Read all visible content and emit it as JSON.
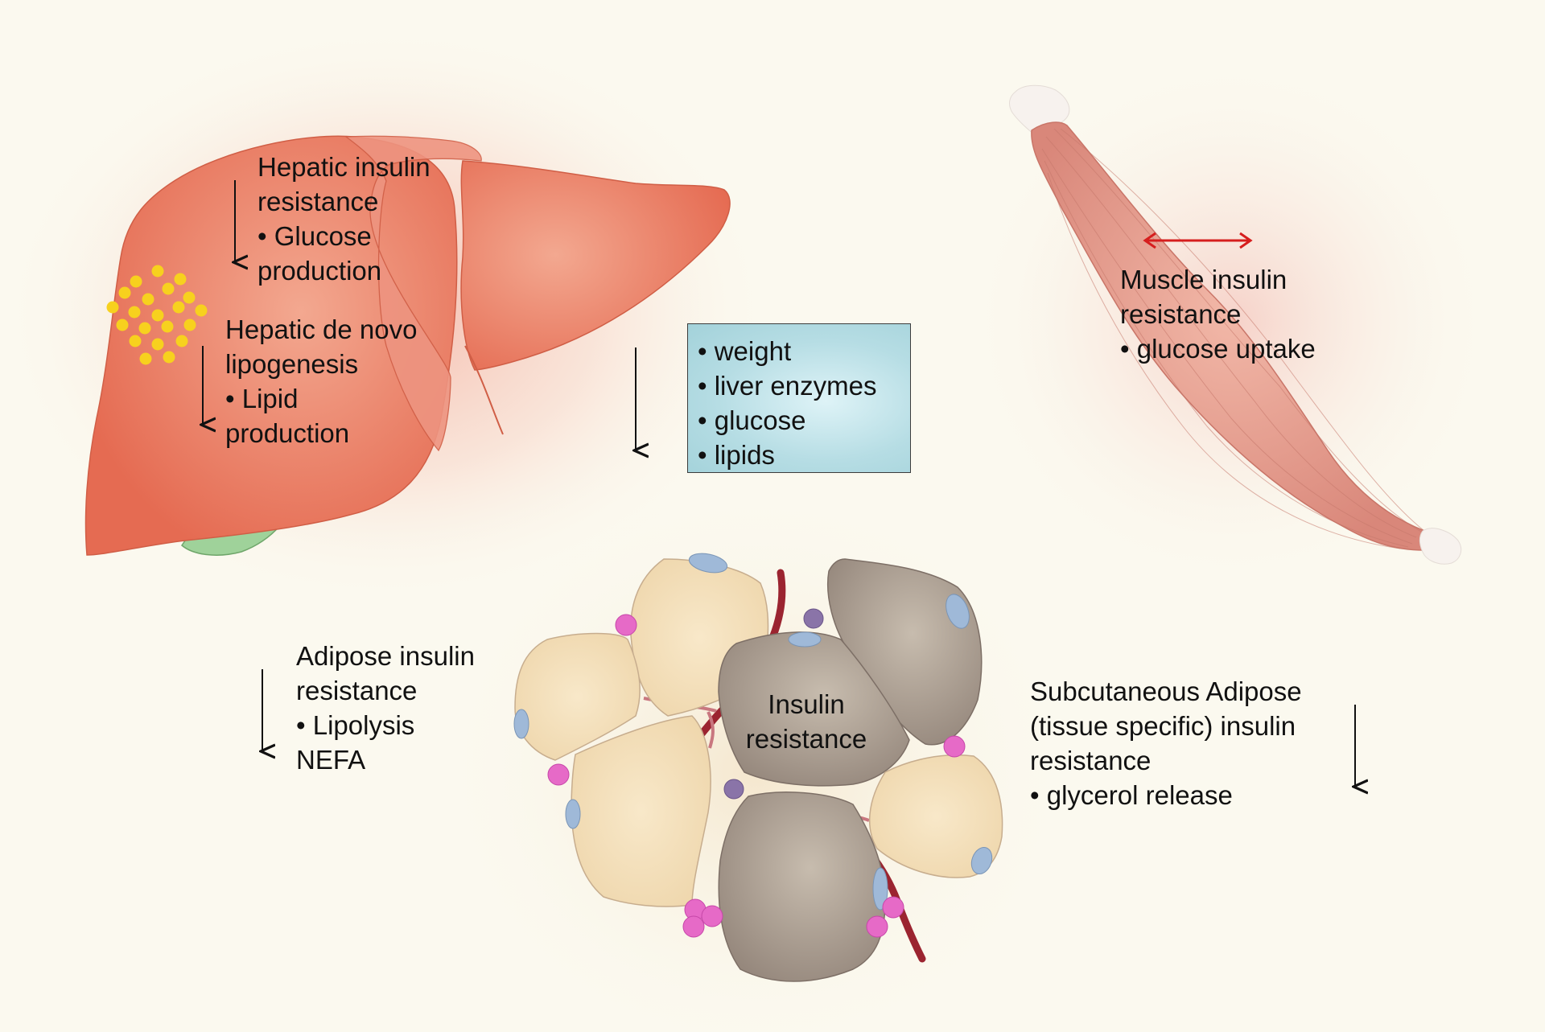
{
  "liver": {
    "hepatic_ir": [
      "Hepatic insulin",
      "resistance",
      "• Glucose",
      "production"
    ],
    "dnl": [
      "Hepatic de novo",
      "lipogenesis",
      "• Lipid",
      "production"
    ]
  },
  "outcomes_box": {
    "items": [
      "• weight",
      "• liver enzymes",
      "• glucose",
      "• lipids"
    ]
  },
  "muscle": {
    "lines": [
      "Muscle insulin",
      "resistance",
      "• glucose uptake"
    ]
  },
  "adipose": {
    "lines": [
      "Adipose insulin",
      "resistance",
      "• Lipolysis",
      "NEFA"
    ]
  },
  "center": {
    "lines": [
      "Insulin",
      "resistance"
    ]
  },
  "subcutaneous": {
    "lines": [
      "Subcutaneous Adipose",
      "(tissue specific) insulin",
      "resistance",
      "• glycerol release"
    ]
  },
  "colors": {
    "liver": "#e8735a",
    "muscle": "#e29a8a",
    "gallbladder": "#9fd29a",
    "lipid_droplets": "#f7d11e",
    "adipocyte_light": "#f0ddb8",
    "adipocyte_dark": "#a89a8e",
    "vessel": "#9b2430",
    "macrophage": "#e66ac7",
    "nucleus": "#9fb9d8",
    "box": "#b6dde4",
    "red_arrow": "#d61e1e"
  }
}
